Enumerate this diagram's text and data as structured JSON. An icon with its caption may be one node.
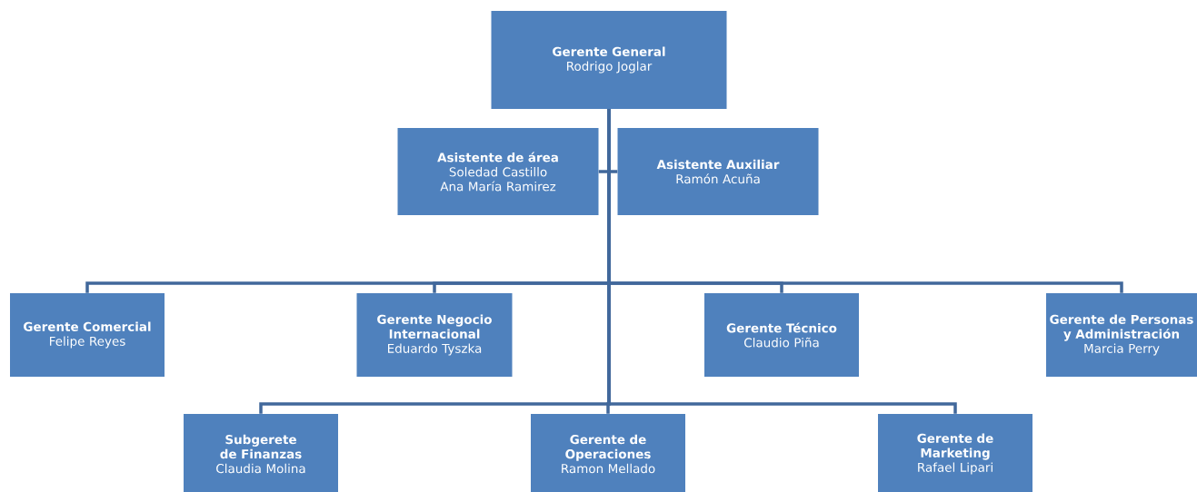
{
  "diagram": {
    "nodes": [
      {
        "text": [
          "Gerente General",
          "Rodrigo Joglar"
        ]
      },
      {
        "text": [
          "Asistente de área",
          "Soledad Castillo Ana María Ramirez"
        ]
      },
      {
        "text": [
          "Asistente Auxiliar",
          "Ramón Acuña"
        ]
      },
      {
        "text": [
          "Gerente Comercial",
          "Felipe Reyes"
        ]
      },
      {
        "text": [
          "Gerente Negocio Internacional",
          "Eduardo Tyszka"
        ]
      },
      {
        "text": [
          "Gerente Técnico",
          "Claudio Piña"
        ]
      },
      {
        "text": [
          "Gerente de Personas y Administración",
          "Marcia Perry"
        ]
      },
      {
        "text": [
          "Subgerete de Finanzas",
          "Claudia Molina"
        ]
      },
      {
        "text": [
          "Gerente de Operaciones",
          "Ramon Mellado"
        ]
      },
      {
        "text": [
          "Gerente de Marketing",
          "Rafael Lipari"
        ]
      }
    ],
    "edges": [
      {
        "from": 0,
        "to": 1,
        "arrow": "none"
      },
      {
        "from": 0,
        "to": 2,
        "arrow": "none"
      },
      {
        "from": 0,
        "to": 3,
        "arrow": "none"
      },
      {
        "from": 0,
        "to": 4,
        "arrow": "none"
      },
      {
        "from": 0,
        "to": 5,
        "arrow": "none"
      },
      {
        "from": 0,
        "to": 6,
        "arrow": "none"
      },
      {
        "from": 0,
        "to": 7,
        "arrow": "none"
      },
      {
        "from": 0,
        "to": 8,
        "arrow": "none"
      },
      {
        "from": 0,
        "to": 9,
        "arrow": "none"
      }
    ]
  }
}
